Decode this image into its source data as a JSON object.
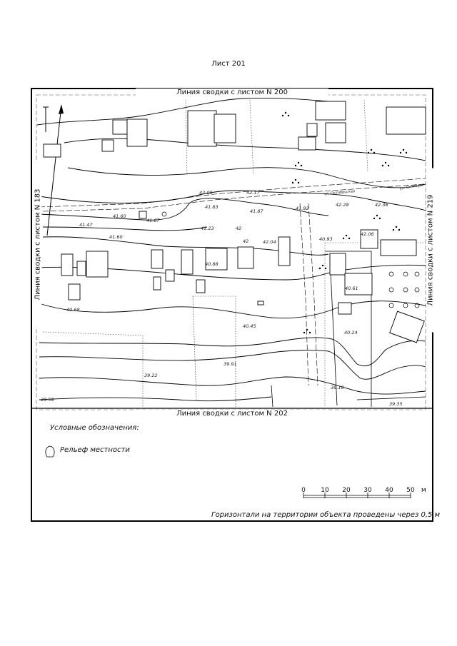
{
  "sheet": {
    "title": "Лист 201"
  },
  "edges": {
    "top": "Линия сводки с листом N 200",
    "bottom": "Линия сводки с листом N 202",
    "left": "Линия сводки с листом N 183",
    "right": "Линия сводки с листом N 219"
  },
  "elevations": [
    "42.09",
    "42.17",
    "41.83",
    "41.87",
    "41.92",
    "42.28",
    "42.36",
    "41.60",
    "41.67",
    "41.47",
    "41.23",
    "41.60",
    "42",
    "42",
    "42.04",
    "40.93",
    "42.06",
    "40.88",
    "40.61",
    "40.68",
    "40.45",
    "40.24",
    "39.91",
    "39.22",
    "39.10",
    "39.59",
    "39.35"
  ],
  "streets": [
    "ул. Октябрьская",
    "ул. Октябрьс"
  ],
  "legend": {
    "title": "Условные обозначения:",
    "items": [
      {
        "icon": "relief-symbol-icon",
        "label": "Рельеф местности"
      }
    ]
  },
  "scale": {
    "ticks": [
      "0",
      "10",
      "20",
      "30",
      "40",
      "50"
    ],
    "unit": "м"
  },
  "note": "Горизонтали на территории объекта проведены через 0,5 м",
  "colors": {
    "ink": "#111111",
    "paper": "#ffffff"
  }
}
